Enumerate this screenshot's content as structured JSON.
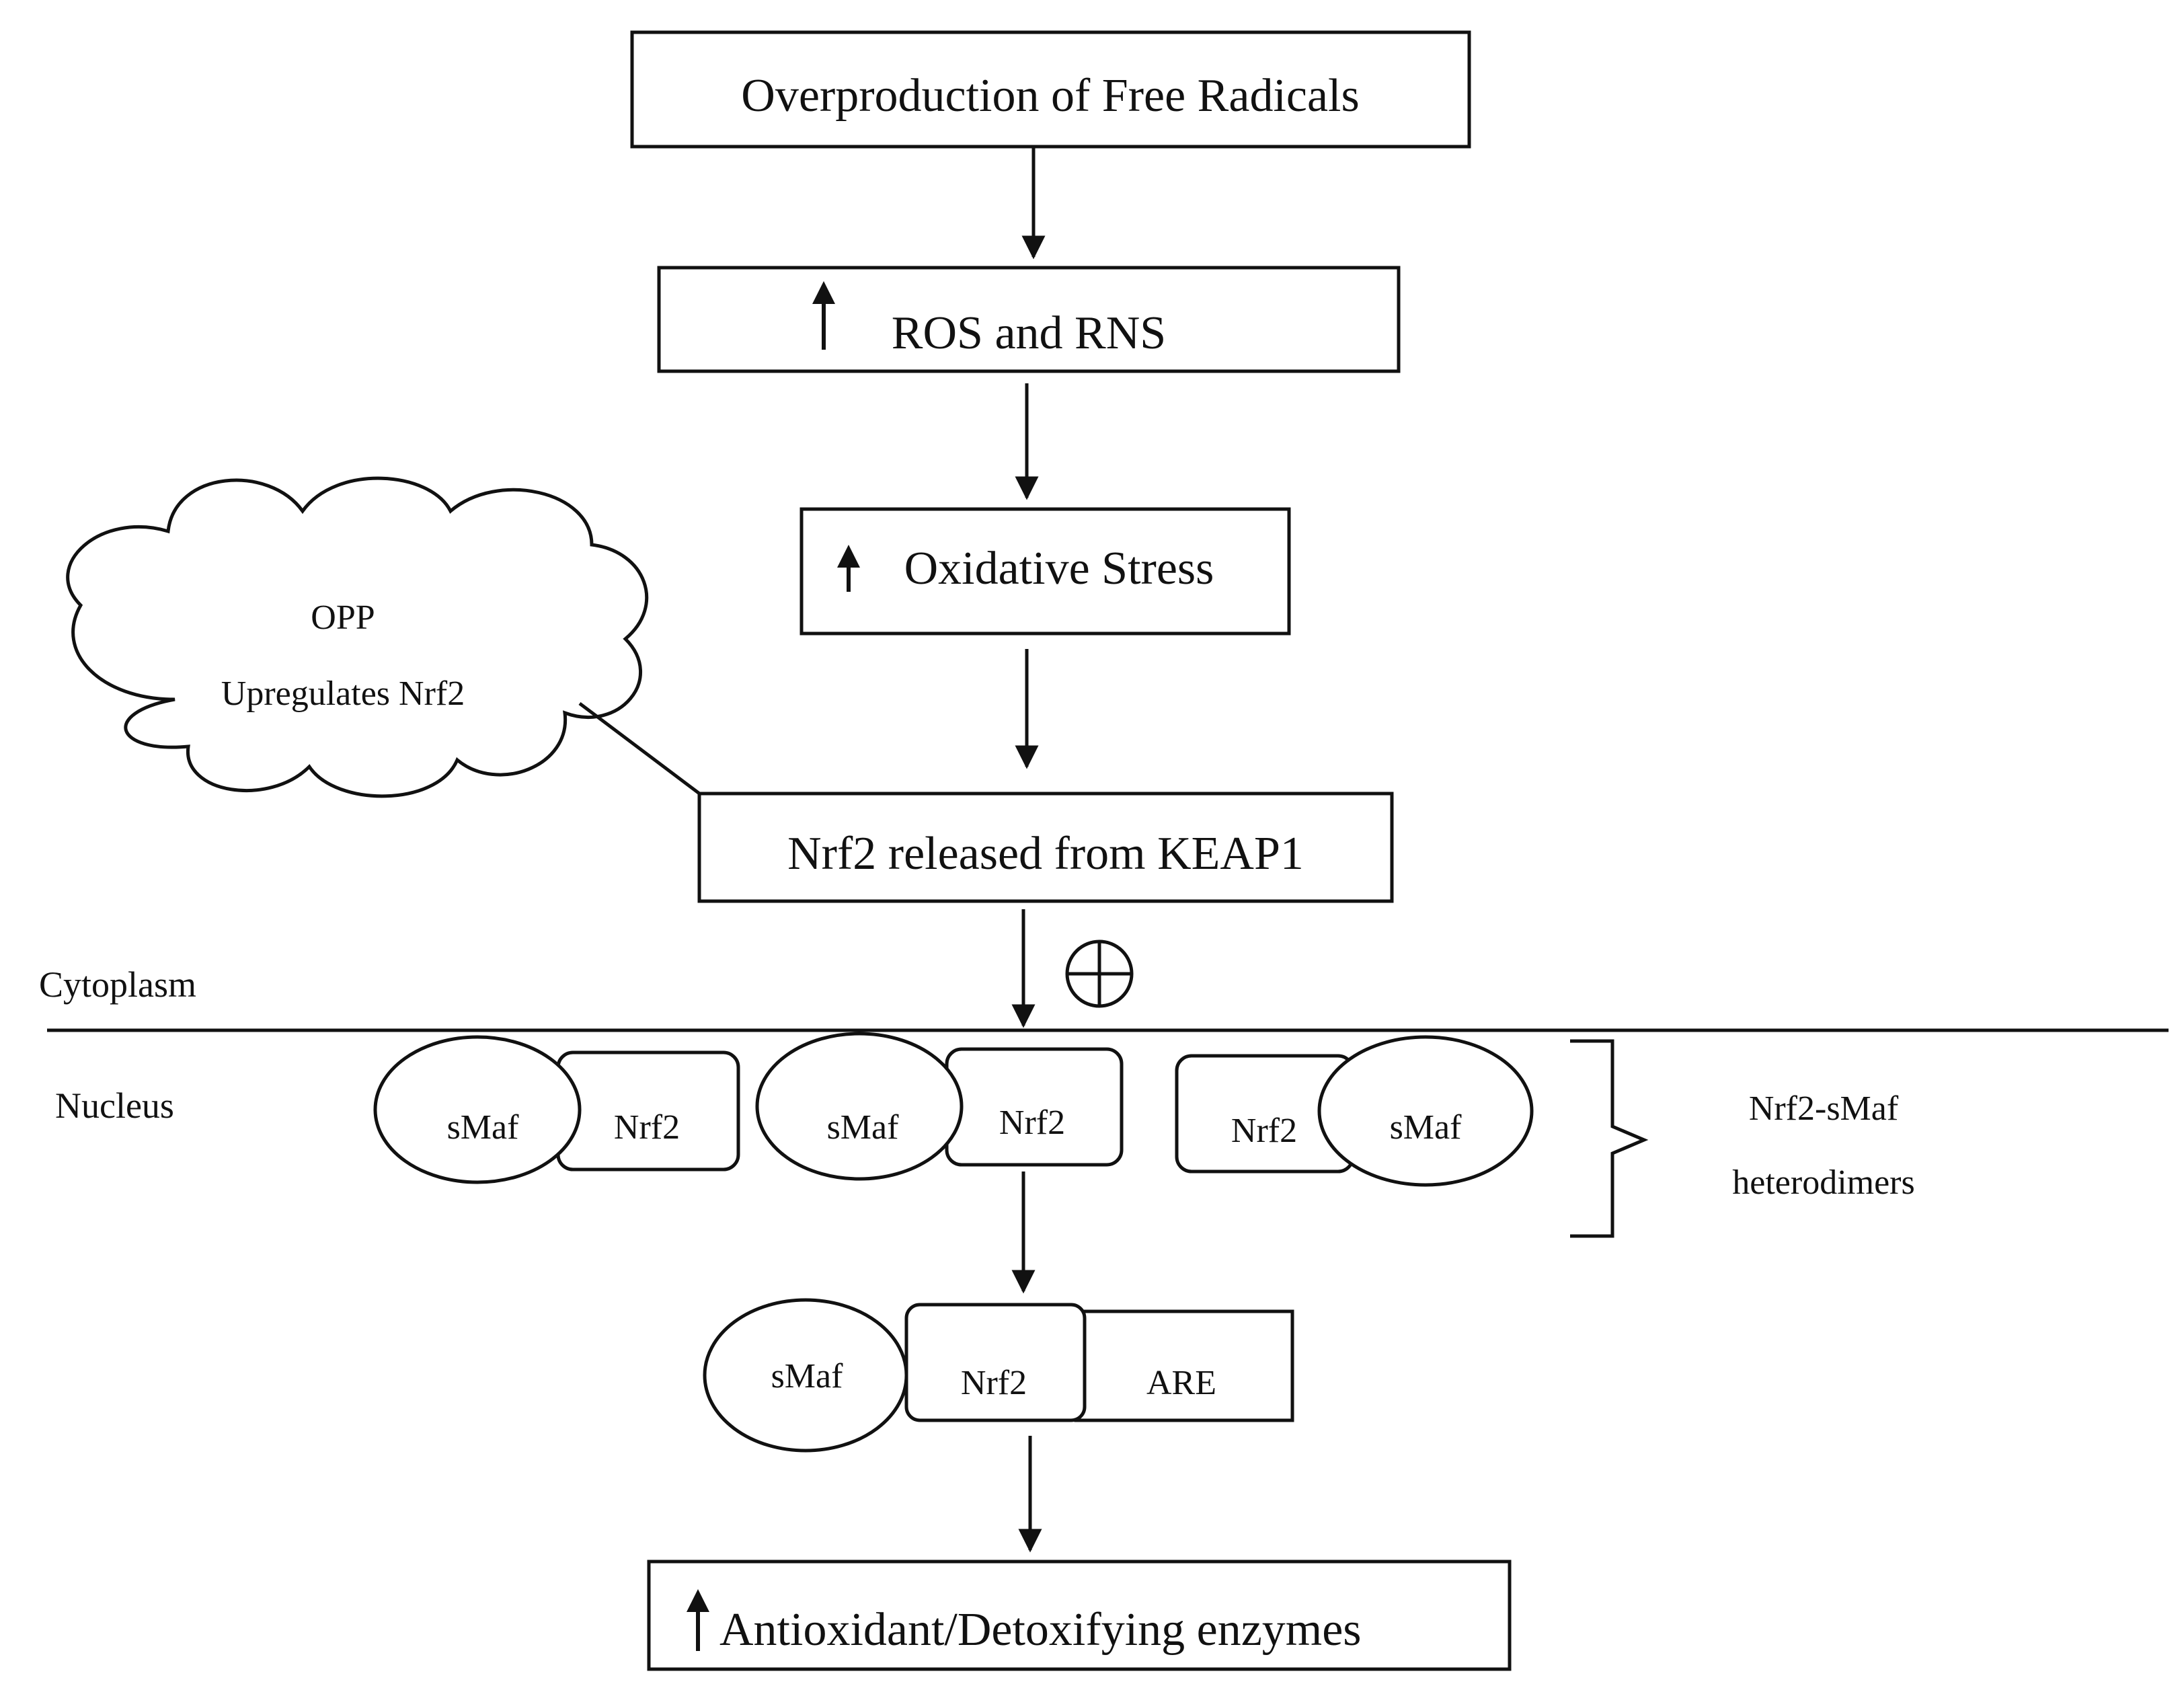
{
  "nodes": {
    "free_radicals": "Overproduction of Free Radicals",
    "ros_rns": "ROS and RNS",
    "oxidative_stress": "Oxidative Stress",
    "nrf2_released": "Nrf2 released from KEAP1",
    "antioxidant": "Antioxidant/Detoxifying enzymes"
  },
  "cloud": {
    "line1": "OPP",
    "line2": "Upregulates Nrf2"
  },
  "compartments": {
    "cytoplasm": "Cytoplasm",
    "nucleus": "Nucleus"
  },
  "heterodimers": {
    "smaf": "sMaf",
    "nrf2": "Nrf2",
    "bracket_line1": "Nrf2-sMaf",
    "bracket_line2": "heterodimers"
  },
  "complex": {
    "smaf": "sMaf",
    "nrf2": "Nrf2",
    "are": "ARE"
  },
  "symbols": {
    "increase": "up-arrow-icon",
    "positive": "circle-plus-icon"
  }
}
